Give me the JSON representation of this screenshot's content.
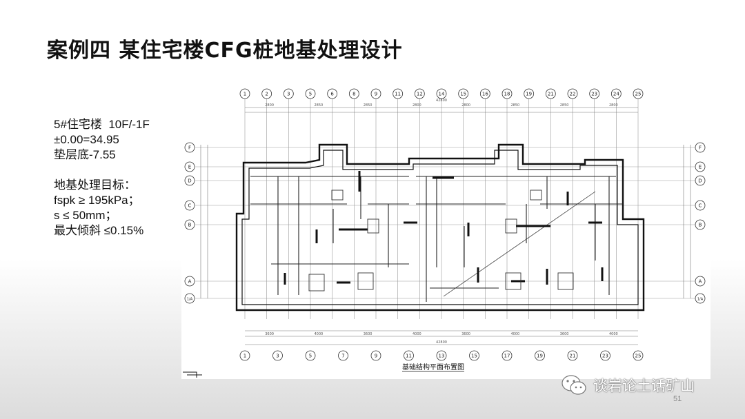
{
  "slide": {
    "title": "案例四  某住宅楼CFG桩地基处理设计",
    "page_number": "51"
  },
  "params": {
    "building": "5#住宅楼  10F/-1F",
    "elevation": "±0.00=34.95",
    "cushion": "垫层底-7.55",
    "goal_label": "地基处理目标：",
    "fspk": "fspk ≥ 195kPa；",
    "settlement": "s ≤ 50mm；",
    "tilt": "最大倾斜 ≤0.15%"
  },
  "drawing": {
    "caption": "基础结构平面布置图",
    "axes_top": [
      "1",
      "2",
      "3",
      "5",
      "6",
      "8",
      "9",
      "11",
      "12",
      "14",
      "15",
      "16",
      "18",
      "19",
      "21",
      "22",
      "23",
      "24",
      "25"
    ],
    "axes_bottom": [
      "1",
      "3",
      "5",
      "7",
      "9",
      "11",
      "13",
      "15",
      "17",
      "19",
      "21",
      "23",
      "25"
    ],
    "axes_rows": [
      "F",
      "E",
      "D",
      "C",
      "B",
      "A",
      "1/A"
    ],
    "dims_top": [
      "2800",
      "2850",
      "2850",
      "2800",
      "2800",
      "2850",
      "2850",
      "2800"
    ],
    "dims_bottom": [
      "3600",
      "4000",
      "3600",
      "4000",
      "3600",
      "4000",
      "3600",
      "4000"
    ],
    "total_dim": "42800"
  },
  "watermark": {
    "text": "谈岩论土话矿山",
    "icon": "wechat-icon"
  }
}
